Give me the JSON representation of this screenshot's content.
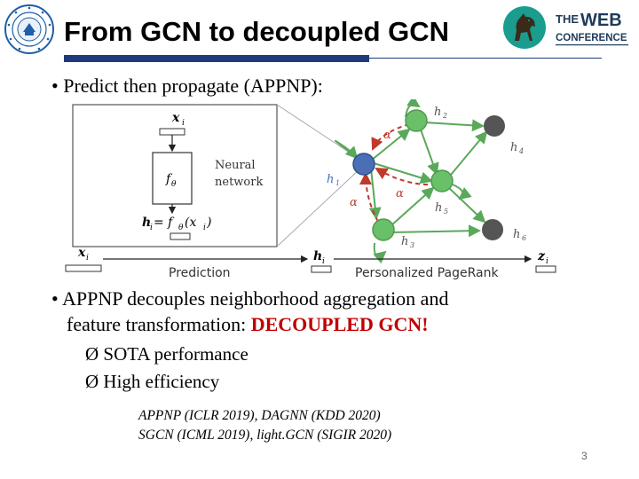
{
  "slide": {
    "title": "From GCN to decoupled GCN",
    "bullet1": "Predict then propagate (APPNP):",
    "bullet2_line1": "APPNP decouples neighborhood aggregation and",
    "bullet2_line2_prefix": "feature transformation: ",
    "bullet2_highlight": "DECOUPLED GCN!",
    "sub_bullets": [
      "SOTA performance",
      "High efficiency"
    ],
    "references": [
      "APPNP (ICLR 2019), DAGNN (KDD 2020)",
      "SGCN (ICML 2019), light.GCN (SIGIR 2020)"
    ],
    "page_number": "3",
    "bullet_symbol": "•",
    "sub_bullet_symbol": "Ø"
  },
  "logos": {
    "conference_top": "THE",
    "conference_web": "WEB",
    "conference_bottom": "CONFERENCE"
  },
  "figure": {
    "nn_input": "x",
    "nn_input_sub": "i",
    "nn_fn": "f",
    "nn_fn_sub": "θ",
    "nn_label_line1": "Neural",
    "nn_label_line2": "network",
    "nn_output_h": "h",
    "nn_output_sub": "i",
    "nn_output_eq": " = f",
    "nn_output_eq_sub": "θ",
    "nn_output_arg": "(x",
    "nn_output_arg_sub": "i",
    "nn_output_close": ")",
    "bottom_x": "x",
    "bottom_x_sub": "i",
    "bottom_h": "h",
    "bottom_h_sub": "i",
    "bottom_z": "z",
    "bottom_z_sub": "i",
    "prediction_label": "Prediction",
    "pagerank_label": "Personalized PageRank",
    "alpha": "α",
    "nodes": {
      "h1": "h",
      "h1_sub": "1",
      "h2": "h",
      "h2_sub": "2",
      "h3": "h",
      "h3_sub": "3",
      "h4": "h",
      "h4_sub": "4",
      "h5": "h",
      "h5_sub": "5",
      "h6": "h",
      "h6_sub": "6"
    }
  },
  "colors": {
    "title_bar": "#1f3a7a",
    "highlight_red": "#c00000",
    "node_green": "#6abf69",
    "node_blue": "#4a6fb5",
    "node_gray": "#555555",
    "edge_green": "#5aa85a",
    "edge_red": "#c0392b",
    "horse_teal": "#1a9c8f"
  },
  "icons": {
    "left_logo": "university-seal-icon",
    "horse_logo": "horse-logo-icon"
  }
}
